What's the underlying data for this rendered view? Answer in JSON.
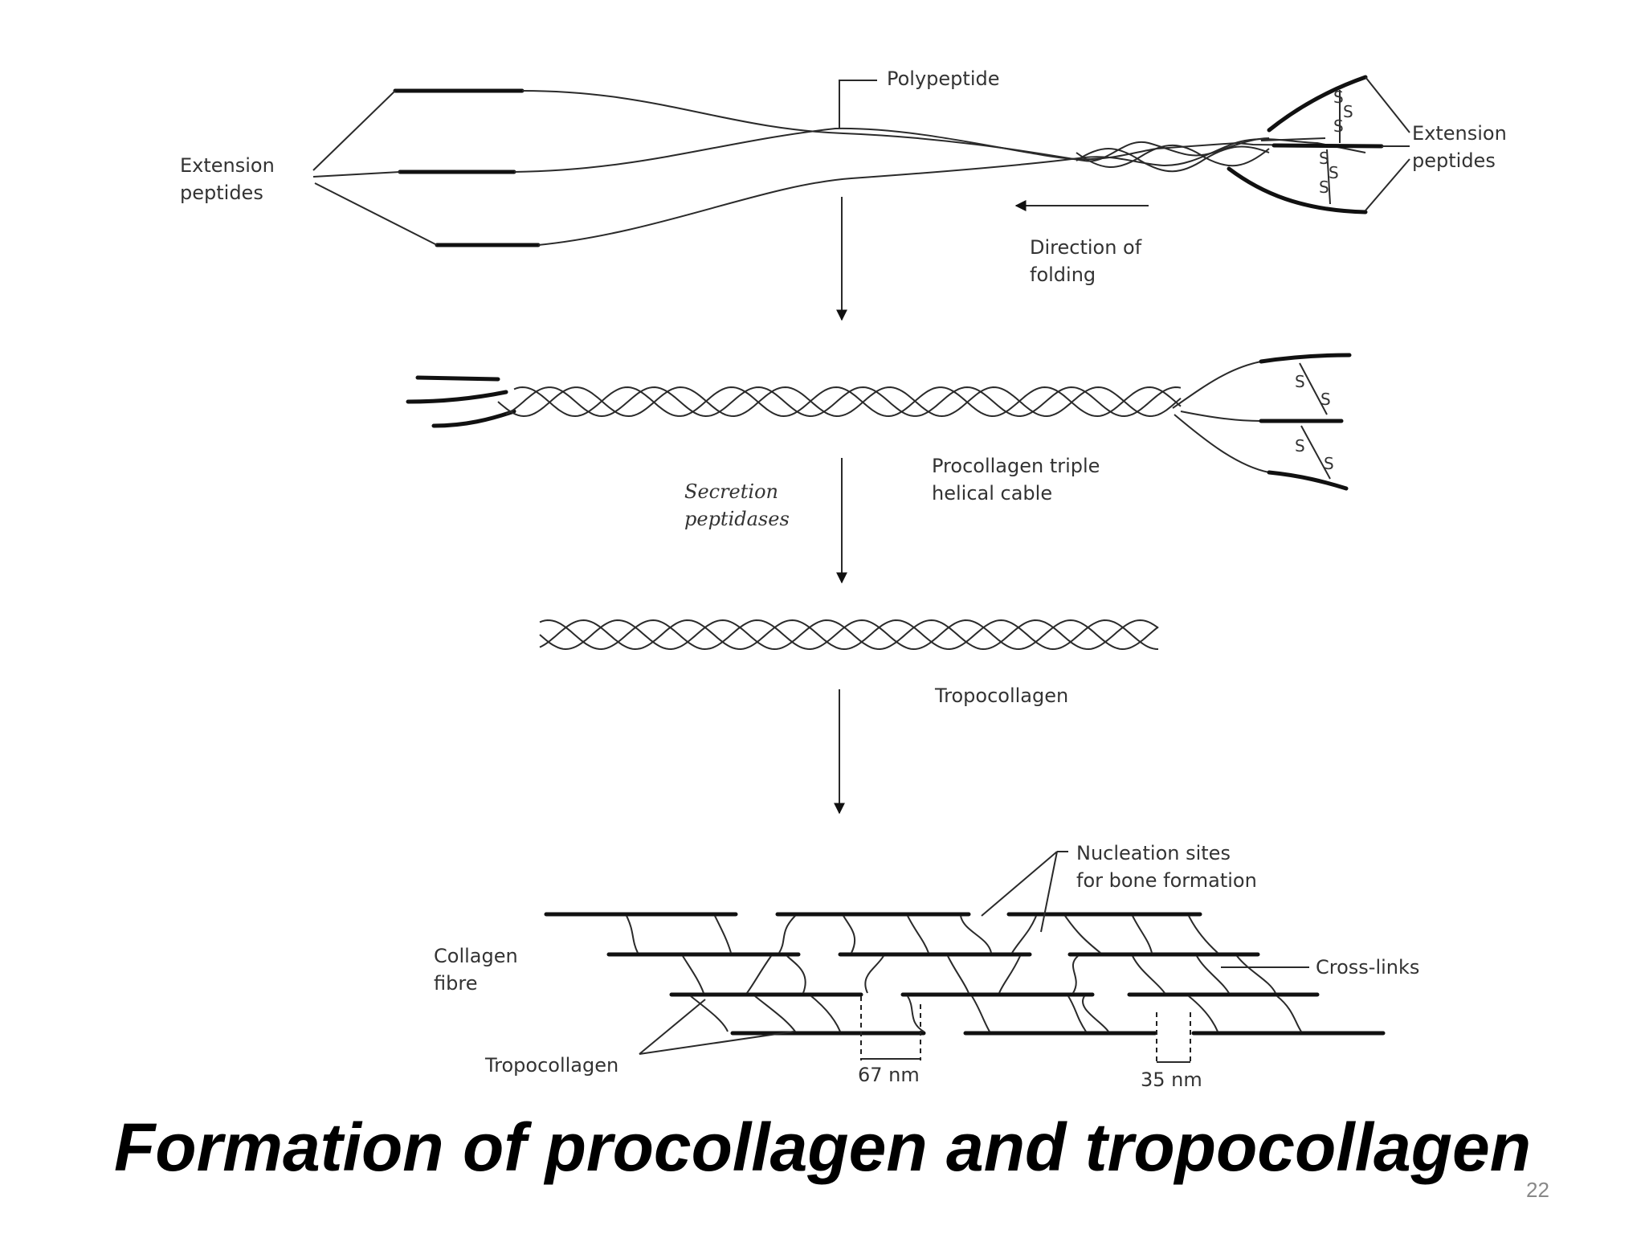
{
  "labels": {
    "polypeptide": "Polypeptide",
    "extension_left_line1": "Extension",
    "extension_left_line2": "peptides",
    "extension_right_line1": "Extension",
    "extension_right_line2": "peptides",
    "direction_line1": "Direction of",
    "direction_line2": "folding",
    "procollagen_line1": "Procollagen triple",
    "procollagen_line2": "helical cable",
    "secretion_line1": "Secretion",
    "secretion_line2": "peptidases",
    "tropocollagen": "Tropocollagen",
    "nucleation_line1": "Nucleation sites",
    "nucleation_line2": "for bone formation",
    "collagen_line1": "Collagen",
    "collagen_line2": "fibre",
    "crosslinks": "Cross-links",
    "tropocollagen_bottom": "Tropocollagen",
    "gap_67": "67 nm",
    "gap_35": "35 nm",
    "disulfide": "S"
  },
  "title": "Formation of procollagen and tropocollagen",
  "page_number": "22"
}
